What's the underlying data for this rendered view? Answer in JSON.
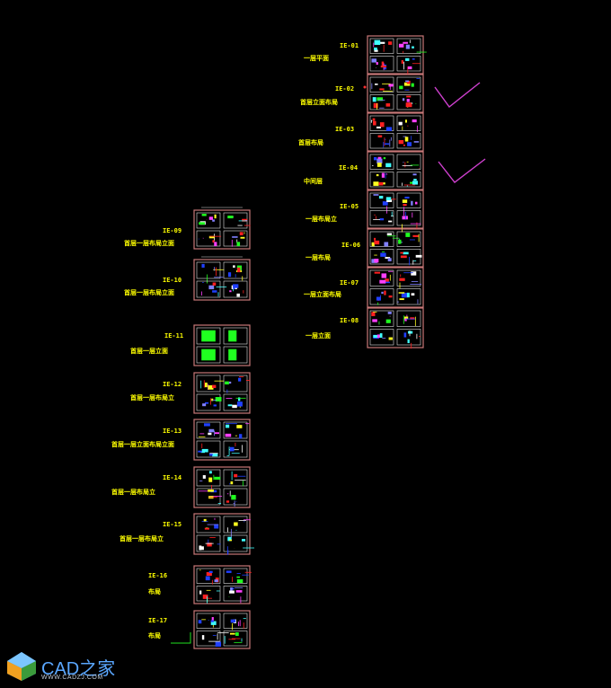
{
  "drawing_labels": [
    {
      "id": "IE-01",
      "code": "IE-01",
      "name": "一层平面"
    },
    {
      "id": "IE-02",
      "code": "IE-02",
      "name": "首层立面布局"
    },
    {
      "id": "IE-03",
      "code": "IE-03",
      "name": "首层布局"
    },
    {
      "id": "IE-04",
      "code": "IE-04",
      "name": "中间层"
    },
    {
      "id": "IE-05",
      "code": "IE-05",
      "name": "一层布局立"
    },
    {
      "id": "IE-06",
      "code": "IE-06",
      "name": "一层布局"
    },
    {
      "id": "IE-07",
      "code": "IE-07",
      "name": "一层立面布局"
    },
    {
      "id": "IE-08",
      "code": "IE-08",
      "name": "一层立面"
    },
    {
      "id": "IE-09",
      "code": "IE-09",
      "name": "首层一层布局立面"
    },
    {
      "id": "IE-10",
      "code": "IE-10",
      "name": "首层一层布局立面"
    },
    {
      "id": "IE-11",
      "code": "IE-11",
      "name": "首层一层立面"
    },
    {
      "id": "IE-12",
      "code": "IE-12",
      "name": "首层一层布局立"
    },
    {
      "id": "IE-13",
      "code": "IE-13",
      "name": "首层一层立面布局立面"
    },
    {
      "id": "IE-14",
      "code": "IE-14",
      "name": "首层一层布局立"
    },
    {
      "id": "IE-15",
      "code": "IE-15",
      "name": "首层一层布局立"
    },
    {
      "id": "IE-16",
      "code": "IE-16",
      "name": "布局"
    },
    {
      "id": "IE-17",
      "code": "IE-17",
      "name": "布局"
    }
  ],
  "watermark": {
    "title": "CAD之家",
    "subtitle": "WWW.CADZJ.COM"
  },
  "colors": {
    "background": "#000000",
    "frame": "#c87878",
    "text": "#ffff00",
    "check": "#d040d0",
    "watermark": "#5aa7ff"
  }
}
